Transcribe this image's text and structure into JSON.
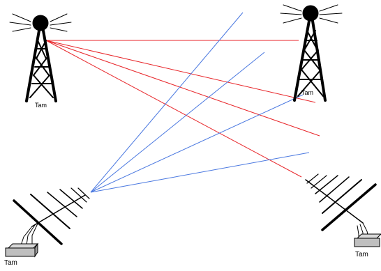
{
  "labels": {
    "tower_left": "Tam",
    "tower_right": "Tam",
    "antenna_left": "Tam",
    "antenna_right": "Tam"
  },
  "colors": {
    "red_link": "#e8262a",
    "blue_link": "#4a78e0",
    "structure": "#000000",
    "receiver_box": "#bfbfbf"
  },
  "icons": [
    "broadcast-tower-icon",
    "yagi-antenna-icon",
    "receiver-box-icon"
  ]
}
